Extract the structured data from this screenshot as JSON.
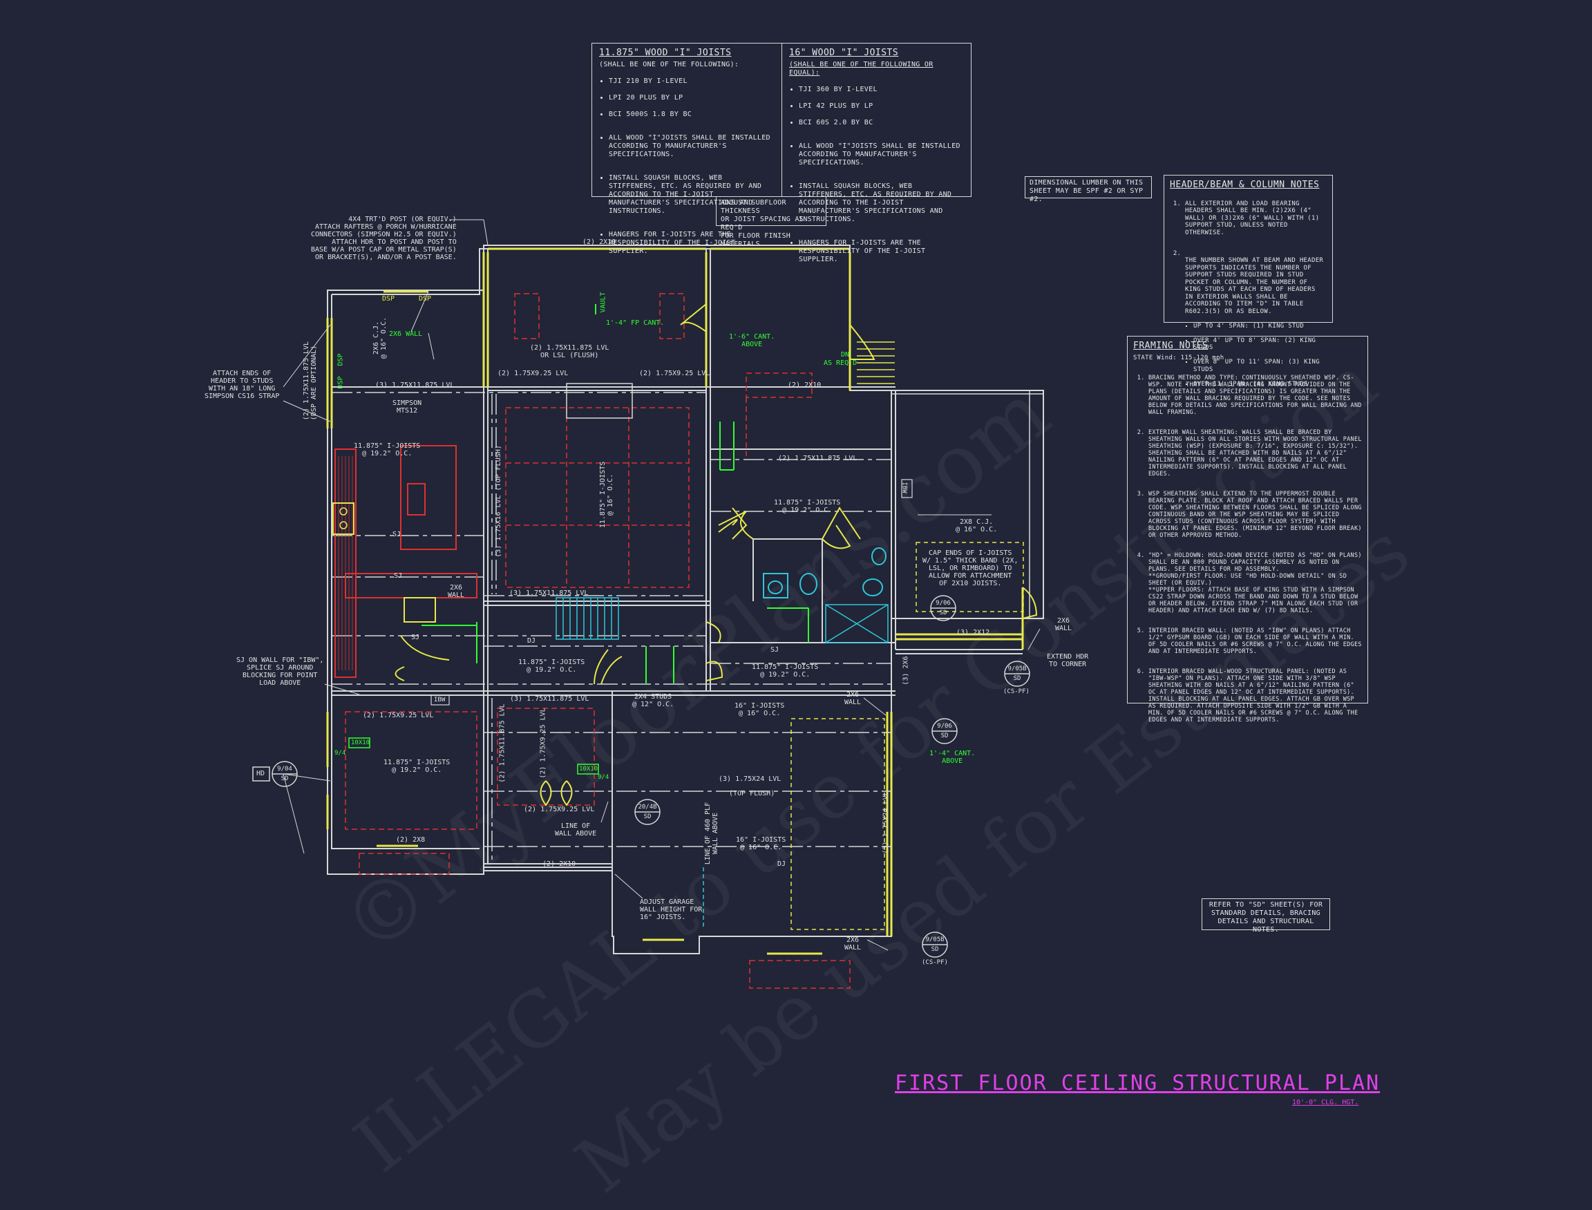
{
  "watermark": {
    "line1": "©MyFloorPlans.com",
    "line2": "ILLEGAL to use for Construction",
    "line3": "May be used for Estimates"
  },
  "joist_11875": {
    "heading": "11.875\" WOOD \"I\" JOISTS",
    "intro": "(SHALL BE ONE OF THE FOLLOWING):",
    "products": [
      "TJI 210 BY I-LEVEL",
      "LPI 20 PLUS BY LP",
      "BCI 5000s 1.8 BY BC"
    ],
    "notes": [
      "ALL WOOD \"I\"JOISTS SHALL BE INSTALLED ACCORDING TO MANUFACTURER'S SPECIFICATIONS.",
      "INSTALL SQUASH BLOCKS, WEB STIFFENERS, ETC. AS REQUIRED BY AND ACCORDING TO THE I-JOIST MANUFACTURER'S SPECIFICATIONS AND INSTRUCTIONS.",
      "HANGERS FOR I-JOISTS ARE THE RESPONSIBILITY OF THE I-JOIST SUPPLIER."
    ]
  },
  "joist_16": {
    "heading": "16\" WOOD \"I\" JOISTS",
    "intro": "(SHALL BE ONE OF THE FOLLOWING OR EQUAL):",
    "products": [
      "TJI 360 BY I-LEVEL",
      "LPI 42 PLUS BY LP",
      "BCI 60s 2.0 BY BC"
    ],
    "notes": [
      "ALL WOOD \"I\"JOISTS SHALL BE INSTALLED ACCORDING TO MANUFACTURER'S SPECIFICATIONS.",
      "INSTALL SQUASH BLOCKS, WEB STIFFENERS, ETC. AS REQUIRED BY AND ACCORDING TO THE I-JOIST MANUFACTURER'S SPECIFICATIONS AND INSTRUCTIONS.",
      "HANGERS FOR I-JOISTS ARE THE RESPONSIBILITY OF THE I-JOIST SUPPLIER."
    ]
  },
  "subfloor_note": "ADJUST SUBFLOOR THICKNESS\nOR JOIST SPACING AS REQ'D\nFOR FLOOR FINISH MATERIALS",
  "dimensional_note": "DIMENSIONAL LUMBER ON THIS\nSHEET MAY BE SPF #2 OR SYP #2.",
  "header_notes": {
    "heading": "HEADER/BEAM & COLUMN NOTES",
    "items": [
      "ALL EXTERIOR AND LOAD BEARING HEADERS SHALL BE MIN. (2)2x6 (4\" WALL) OR (3)2x6 (6\" WALL) WITH (1) SUPPORT STUD, UNLESS NOTED OTHERWISE.",
      "THE NUMBER SHOWN AT BEAM AND HEADER SUPPORTS INDICATES THE NUMBER OF SUPPORT STUDS REQUIRED IN STUD POCKET OR COLUMN. THE NUMBER OF KING STUDS AT EACH END OF HEADERS IN EXTERIOR WALLS SHALL BE ACCORDING TO ITEM \"d\" IN TABLE R602.3(5) OR AS BELOW."
    ],
    "spans": [
      "UP TO 4' SPAN: (1) KING STUD",
      "OVER 4' UP TO 8' SPAN: (2) KING STUDS",
      "OVER 8' UP TO 11' SPAN: (3) KING STUDS",
      "OVER 11' SPAN: (4) KING STUDS"
    ]
  },
  "framing_notes": {
    "heading": "FRAMING NOTES",
    "wind": "STATE Wind: 115-120 mph",
    "items": [
      "BRACING METHOD AND TYPE: CONTINUOUSLY SHEATHED WSP. CS-WSP. NOTE THAT THE WALL BRACING AMOUNT PROVIDED ON THE PLANS (DETAILS AND SPECIFICATIONS) IS GREATER THAN THE AMOUNT OF WALL BRACING REQUIRED BY THE CODE. SEE NOTES BELOW FOR DETAILS AND SPECIFICATIONS FOR WALL BRACING AND WALL FRAMING.",
      "EXTERIOR WALL SHEATHING: WALLS SHALL BE BRACED BY SHEATHING WALLS ON ALL STORIES WITH WOOD STRUCTURAL PANEL SHEATHING (WSP) (EXPOSURE B: 7/16\", EXPOSURE C: 15/32\"). SHEATHING SHALL BE ATTACHED WITH 8d NAILS AT A 6\"/12\" NAILING PATTERN (6\" OC AT PANEL EDGES AND 12\" OC AT INTERMEDIATE SUPPORTS). INSTALL BLOCKING AT ALL PANEL EDGES.",
      "WSP SHEATHING SHALL EXTEND TO THE UPPERMOST DOUBLE BEARING PLATE. BLOCK AT ROOF AND ATTACH BRACED WALLS PER CODE. WSP SHEATHING BETWEEN FLOORS SHALL BE SPLICED ALONG CONTINUOUS BAND OR THE WSP SHEATHING MAY BE SPLICED ACROSS STUDS (CONTINUOUS ACROSS FLOOR SYSTEM) WITH BLOCKING AT PANEL EDGES. (MINIMUM 12\" BEYOND FLOOR BREAK) OR OTHER APPROVED METHOD.",
      "\"HD\" = HOLDOWN: HOLD-DOWN DEVICE (NOTED AS \"HD\" ON PLANS) SHALL BE AN 800 POUND CAPACITY ASSEMBLY AS NOTED ON PLANS. SEE DETAILS FOR HD ASSEMBLY.\n**GROUND/FIRST FLOOR: USE \"HD HOLD-DOWN DETAIL\" ON SD SHEET (OR EQUIV.)\n**UPPER FLOORS: ATTACH BASE OF KING STUD WITH A SIMPSON CS22 STRAP DOWN ACROSS THE BAND AND DOWN TO A STUD BELOW OR HEADER BELOW. EXTEND STRAP 7\" MIN ALONG EACH STUD (OR HEADER) AND ATTACH EACH END W/ (7) 8d NAILS.",
      "INTERIOR BRACED WALL: (NOTED AS \"IBW\" ON PLANS) ATTACH 1/2\" GYPSUM BOARD (GB) ON EACH SIDE OF WALL WITH A MIN. OF 5d COOLER NAILS OR #6 SCREWS @ 7\" O.C. ALONG THE EDGES AND AT INTERMEDIATE SUPPORTS.",
      "INTERIOR BRACED WALL-WOOD STRUCTURAL PANEL: (NOTED AS \"IBW-WSP\" ON PLANS). ATTACH ONE SIDE WITH 3/8\" WSP SHEATHING WITH 8d NAILS AT A 6\"/12\" NAILING PATTERN (6\" OC AT PANEL EDGES AND 12\" OC AT INTERMEDIATE SUPPORTS). INSTALL BLOCKING AT ALL PANEL EDGES. ATTACH GB OVER WSP AS REQUIRED. ATTACH OPPOSITE SIDE WITH 1/2\" GB WITH A MIN. OF 5d COOLER NAILS OR #6 SCREWS @ 7\" O.C. ALONG THE EDGES AND AT INTERMEDIATE SUPPORTS."
    ]
  },
  "refer_note": "REFER TO \"SD\" SHEET(S) FOR\nSTANDARD DETAILS, BRACING\nDETAILS AND STRUCTURAL NOTES.",
  "title": {
    "main": "FIRST FLOOR CEILING STRUCTURAL PLAN",
    "sub": "10'-0\" CLG. HGT."
  },
  "plan_labels": {
    "post_note": "4x4 TRT'D POST (OR EQUIV.)\nATTACH RAFTERS @ PORCH w/HURRICANE\nCONNECTORS (SIMPSON H2.5 OR EQUIV.)\nATTACH HDR TO POST AND POST TO\nBASE w/A POST CAP OR METAL STRAP(S)\nOR BRACKET(S), AND/OR A POST BASE.",
    "attach_ends": "ATTACH ENDS OF\nHEADER TO STUDS\nWITH AN 18\" LONG\nSIMPSON CS16 STRAP",
    "sj_on_wall": "SJ ON WALL FOR \"IBW\",\nSPLICE SJ AROUND\nBLOCKING FOR POINT\nLOAD ABOVE",
    "top_2x10": "(2) 2x10",
    "dsp1": "DSP",
    "dsp2": "DSP",
    "dsp_v1": "DSP",
    "dsp_v2": "DSP",
    "wall_2x6": "2x6 WALL",
    "cj_2x6": "2x6 C.J.\n@ 16\" O.C.",
    "lvl_left_vert": "(2) 1.75x11.875 LVL\n(DSP ARE OPTIONAL)",
    "lvl_3": "(3) 1.75x11.875 LVL",
    "simpson": "SIMPSON\nMTS12",
    "flush_lvl": "(2) 1.75x11.875 LVL\nOR LSL (FLUSH)",
    "lvl_925_a": "(2) 1.75x9.25 LVL",
    "lvl_925_b": "(2) 1.75x9.25 LVL",
    "vault": "VAULT",
    "cant_top": "1'-4\" FP CANT.",
    "cant_right": "1'-6\" CANT.\nABOVE",
    "dn": "DN",
    "as_reqd": "AS REQ'D",
    "cj_2x10_right": "(2) 2x10",
    "lvl_11875_right": "(2) 1.75x11.875 LVL",
    "ij_left": "11.875\" I-JOISTS\n@ 19.2\" O.C.",
    "ij_center_vert": "11.875\" I-JOISTS\n@ 16\" O.C.",
    "lvl_top_flush": "(3) 1.75x16 LVL (TOP FLUSH)",
    "ij_right": "11.875\" I-JOISTS\n@ 19.2\" O.C.",
    "ibw1": "IBW",
    "ibw2": "IBW",
    "cj_2x8": "2x8 C.J.\n@ 16\" O.C.",
    "cap_ends": "CAP ENDS OF I-JOISTS\nW/ 1.5\" THICK BAND (2X,\nLSL, OR RIMBOARD) TO\nALLOW FOR ATTACHMENT\nOF 2X10 JOISTS.",
    "sj1": "SJ",
    "sj2": "SJ",
    "sj3": "SJ",
    "sj4": "SJ",
    "dj1": "DJ",
    "dj2": "DJ",
    "wall_2x6_b": "2x6\nWALL",
    "lvl_1175_mid": "(3) 1.75x11.875 LVL",
    "ij_mid": "11.875\" I-JOISTS\n@ 19.2\" O.C.",
    "ij_mid_right": "11.875\" I-JOISTS\n@ 19.2\" O.C.",
    "studs_2x4": "2X4 STUDS\n@ 12\" O.C.",
    "ij_16_a": "16\" I-JOISTS\n@ 16\" O.C.",
    "ij_16_b": "16\" I-JOISTS\n@ 16\" O.C.",
    "lvl_2x12": "(3) 2x12",
    "wall_2x6_c": "2x6\nWALL",
    "wall_2x6_d": "2x6\nWALL",
    "wall_2x6_e": "2x6\nWALL",
    "extend_hdr": "EXTEND HDR\nTO CORNER",
    "lvl_925_c": "(2) 1.75x9.25 LVL",
    "lvl_11875_d": "(3) 1.75x11.875 LVL",
    "ij_bottom_left": "11.875\" I-JOISTS\n@ 19.2\" O.C.",
    "lvl_2x8": "(2) 2x8",
    "lvl_925_d": "(2) 1.75x9.25 LVL",
    "line_of_wall": "LINE OF\nWALL ABOVE",
    "lvl_1924": "(3) 1.75x24 LVL",
    "top_flush": "(TOP FLUSH)",
    "lvl_vert_24": "(3) 1.75x24 LVL",
    "line_460": "LINE OF 460 PLF\nWALL ABOVE",
    "lvl_2x10_b": "(2) 2X10",
    "adjust_garage": "ADJUST GARAGE\nWALL HEIGHT FOR\n16\" JOISTS.",
    "cant_bottom": "1'-4\" CANT.\nABOVE",
    "hd": "HD",
    "tag_10x10": "10x10",
    "tag_9x4": "9/4",
    "tag_9x4_b": "9/4",
    "tag_10x10_b": "10x10",
    "lvl_2x6_vert": "(3) 2x6",
    "lvl_175_vert_left": "(2) 1.75x11.875 LVL",
    "lvl_175_vert_left2": "(2) 1.75x9.25 LVL"
  },
  "detail_bubbles": [
    {
      "num": "9/04",
      "sheet": "SD"
    },
    {
      "num": "9/06",
      "sheet": "SD"
    },
    {
      "num": "9/06",
      "sheet": "SD"
    },
    {
      "num": "9/05B",
      "sheet": "SD"
    },
    {
      "num": "9/05B",
      "sheet": "SD"
    },
    {
      "num": "20/4B",
      "sheet": "SD"
    }
  ],
  "bubble_subs": {
    "cs_pf_1": "(CS-PF)",
    "cs_pf_2": "(CS-PF)"
  },
  "colors": {
    "background": "#212537",
    "wall": "#d8d8d8",
    "beam": "#e8e84a",
    "note_green": "#33ff33",
    "title": "#e040e8",
    "red": "#e03030",
    "cyan": "#2ec8d8"
  }
}
